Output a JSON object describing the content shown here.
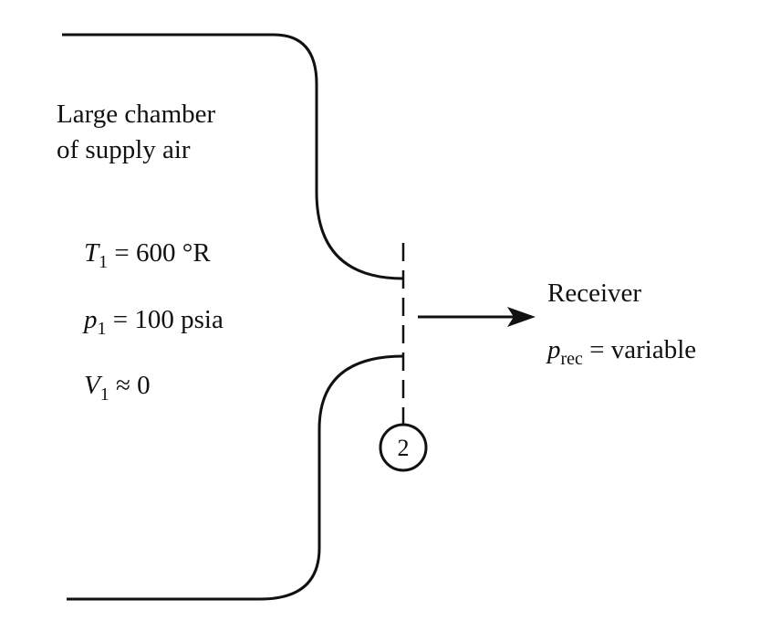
{
  "diagram": {
    "chamber_label_line1": "Large chamber",
    "chamber_label_line2": "of supply air",
    "T1": {
      "symbol": "T",
      "sub": "1",
      "value": " = 600 °R"
    },
    "p1": {
      "symbol": "p",
      "sub": "1",
      "value": " = 100 psia"
    },
    "V1": {
      "symbol": "V",
      "sub": "1",
      "value": " ≈ 0"
    },
    "receiver_label": "Receiver",
    "prec": {
      "symbol": "p",
      "sub": "rec",
      "value": " = variable"
    },
    "station_number": "2",
    "line_color": "#111111"
  }
}
